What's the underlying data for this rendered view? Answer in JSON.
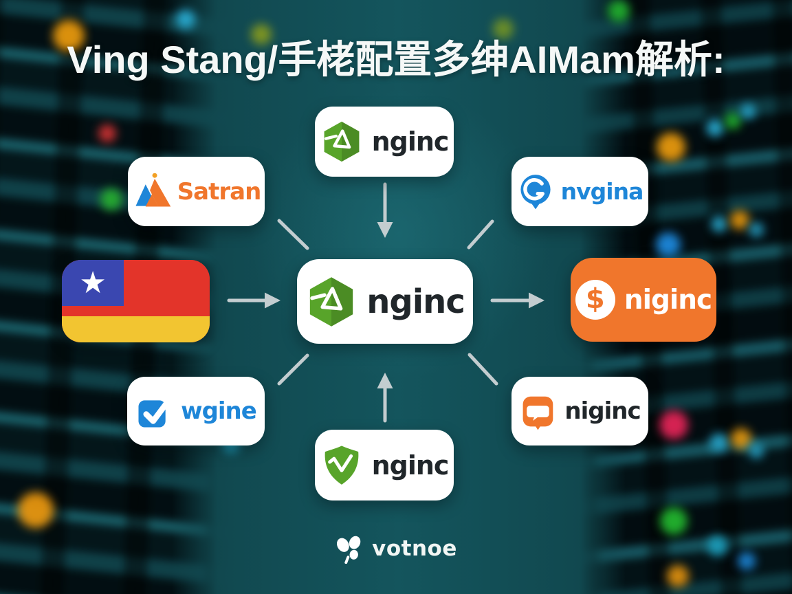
{
  "title": "Ving Stang/手栳配置多绅AIMam解析:",
  "diagram": {
    "center_node": {
      "label": "nginc",
      "icon": "nginx-hexagon-icon"
    },
    "nodes": [
      {
        "position": "top",
        "label": "nginc",
        "icon": "nginx-hexagon-icon"
      },
      {
        "position": "top-left",
        "label": "Satran",
        "icon": "mountain-peaks-icon"
      },
      {
        "position": "top-right",
        "label": "nvgina",
        "icon": "map-pin-g-icon"
      },
      {
        "position": "left",
        "label": "",
        "icon": "star-flag-icon"
      },
      {
        "position": "right",
        "label": "niginc",
        "icon": "dollar-coin-icon"
      },
      {
        "position": "bottom-left",
        "label": "wgine",
        "icon": "checkbox-check-icon"
      },
      {
        "position": "bottom",
        "label": "nginc",
        "icon": "nginx-shield-icon"
      },
      {
        "position": "bottom-right",
        "label": "niginc",
        "icon": "chat-bubble-icon"
      }
    ],
    "arrows": [
      "top-to-center",
      "top-left-to-center",
      "top-right-to-center",
      "left-to-center",
      "center-to-right",
      "bottom-left-to-center",
      "bottom-to-center",
      "bottom-right-to-center"
    ]
  },
  "watermark": {
    "label": "votnoe",
    "icon": "leaf-trio-icon"
  },
  "icons": {
    "dollar_glyph": "$",
    "flag_star_glyph": "★"
  },
  "colors": {
    "nginx_green": "#58a42a",
    "brand_orange": "#f0762c",
    "brand_blue": "#1e86d8",
    "flag_blue": "#3a47b0",
    "flag_red": "#e3342a",
    "flag_yellow": "#f2c531",
    "arrow_gray": "#c3cdd0",
    "card_white": "#ffffff",
    "title_white": "#f5f8f7",
    "text_dark": "#20262a",
    "bg_teal": "#14565e"
  }
}
